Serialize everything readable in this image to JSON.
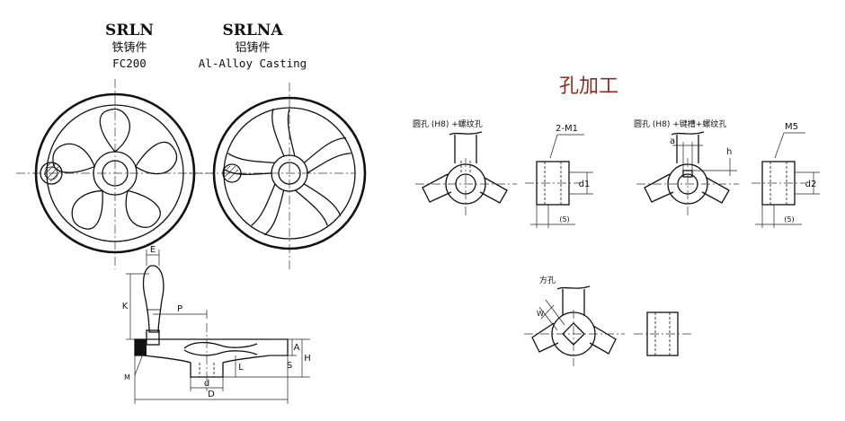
{
  "models": [
    {
      "code": "SRLN",
      "material_cn": "铁铸件",
      "material": "FC200"
    },
    {
      "code": "SRLNA",
      "material_cn": "铝铸件",
      "material": "Al-Alloy Casting"
    }
  ],
  "hole_processing": {
    "title": "孔加工",
    "round_hole_caption": "圆孔 (H8) +螺纹孔",
    "keyway_caption": "圆孔 (H8) +键槽+螺纹孔",
    "square_hole_caption": "方孔",
    "round_thread_label": "2-M1",
    "keyway_thread_label": "M5",
    "d1_label": "d1",
    "d2_label": "d2",
    "depth_label_1": "(5)",
    "depth_label_2": "(5)",
    "a_label": "a",
    "h_label": "h",
    "square_w_label": "W"
  },
  "side_view_labels": {
    "E": "E",
    "K": "K",
    "P": "P",
    "A": "A",
    "H": "H",
    "S": "S",
    "L": "L",
    "M": "M",
    "d": "d",
    "D": "D"
  }
}
